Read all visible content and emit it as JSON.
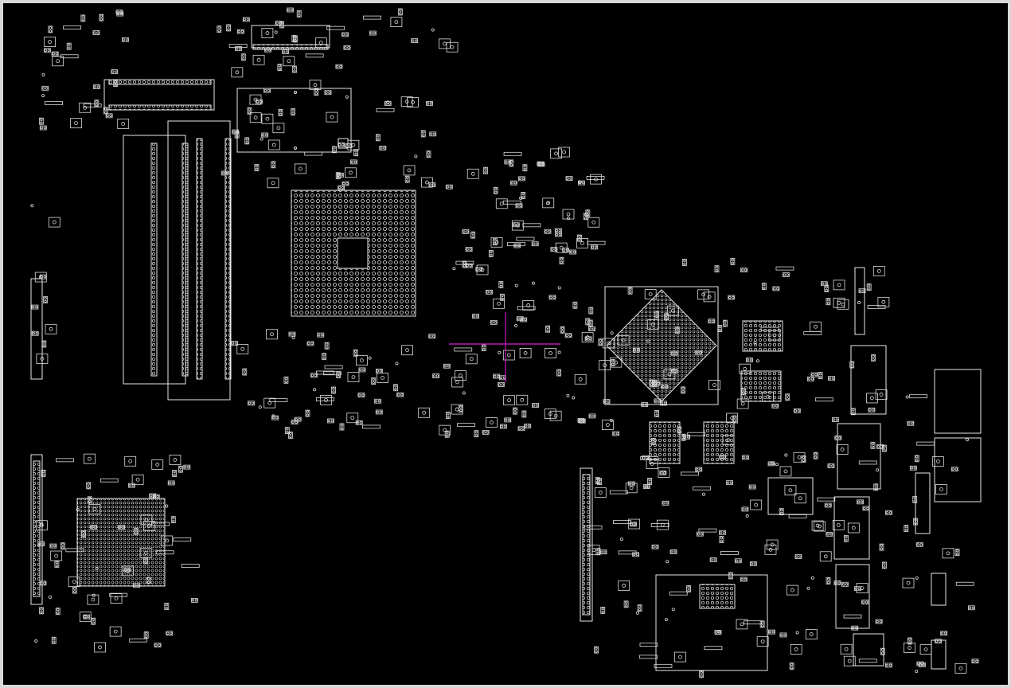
{
  "viewer": {
    "background": "#000000",
    "frame": "#d8d8d8",
    "outline_color": "#e8e8e8",
    "cursor_color": "#b01ab0",
    "cursor_icon": "crosshair-cursor-icon"
  },
  "board": {
    "components": [
      "cpu-socket",
      "ddr-slot-a",
      "ddr-slot-b",
      "chipset-bga",
      "gpu-bga",
      "vram-chip-a",
      "vram-chip-b",
      "vram-chip-c",
      "vram-chip-d",
      "io-connector",
      "power-connector"
    ]
  }
}
